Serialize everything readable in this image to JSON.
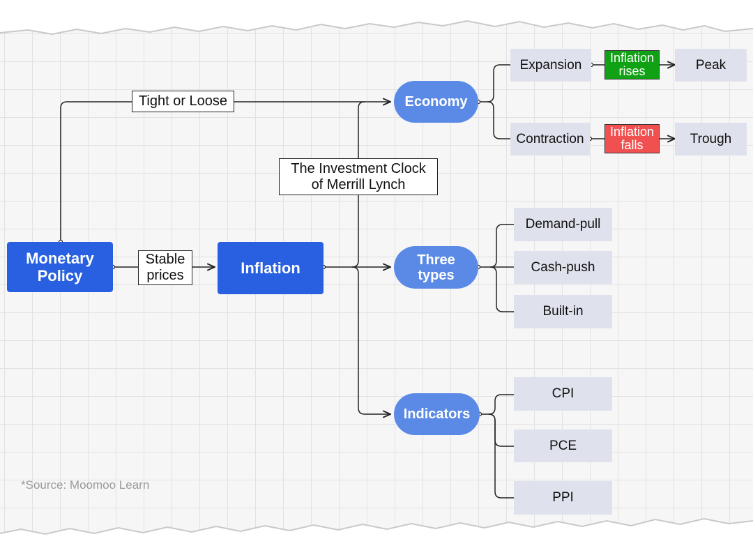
{
  "nodes": {
    "monetary_policy": "Monetary\nPolicy",
    "inflation": "Inflation",
    "economy": "Economy",
    "three_types": "Three\ntypes",
    "indicators": "Indicators",
    "expansion": "Expansion",
    "contraction": "Contraction",
    "peak": "Peak",
    "trough": "Trough",
    "demand_pull": "Demand-pull",
    "cash_push": "Cash-push",
    "built_in": "Built-in",
    "cpi": "CPI",
    "pce": "PCE",
    "ppi": "PPI"
  },
  "badges": {
    "inflation_rises": "Inflation\nrises",
    "inflation_falls": "Inflation\nfalls"
  },
  "edge_labels": {
    "tight_or_loose": "Tight or Loose",
    "stable_prices": "Stable\nprices",
    "investment_clock": "The Investment Clock\nof Merrill Lynch"
  },
  "source": "*Source: Moomoo Learn",
  "colors": {
    "root_fill": "#2860e1",
    "pill_fill": "#5b8ae6",
    "leaf_fill": "#dfe2ec",
    "rises_fill": "#10a214",
    "falls_fill": "#f0504f",
    "line": "#222222"
  }
}
